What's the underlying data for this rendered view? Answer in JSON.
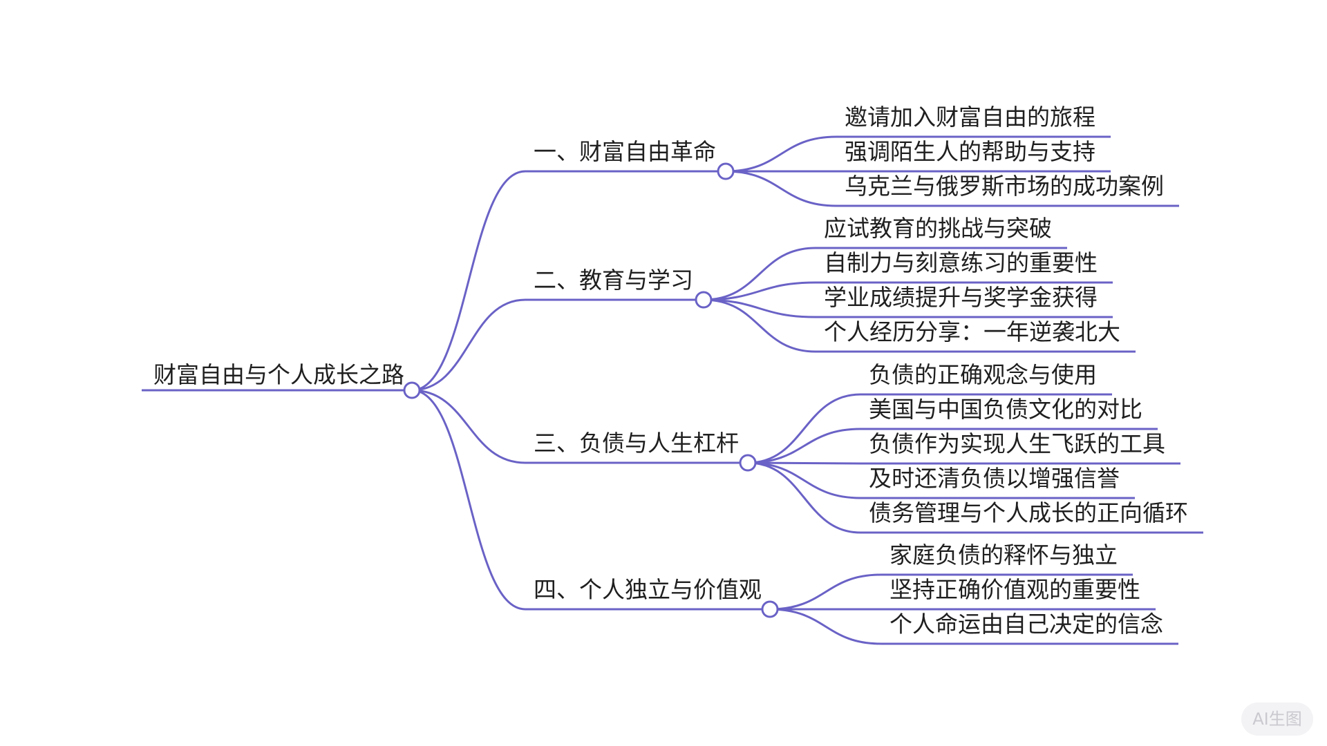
{
  "mindmap": {
    "root": "财富自由与个人成长之路",
    "branches": [
      {
        "label": "一、财富自由革命",
        "children": [
          "邀请加入财富自由的旅程",
          "强调陌生人的帮助与支持",
          "乌克兰与俄罗斯市场的成功案例"
        ]
      },
      {
        "label": "二、教育与学习",
        "children": [
          "应试教育的挑战与突破",
          "自制力与刻意练习的重要性",
          "学业成绩提升与奖学金获得",
          "个人经历分享：一年逆袭北大"
        ]
      },
      {
        "label": "三、负债与人生杠杆",
        "children": [
          "负债的正确观念与使用",
          "美国与中国负债文化的对比",
          "负债作为实现人生飞跃的工具",
          "及时还清负债以增强信誉",
          "债务管理与个人成长的正向循环"
        ]
      },
      {
        "label": "四、个人独立与价值观",
        "children": [
          "家庭负债的释怀与独立",
          "坚持正确价值观的重要性",
          "个人命运由自己决定的信念"
        ]
      }
    ]
  },
  "colors": {
    "line": "#6a62c6",
    "text": "#1f1f1f",
    "background": "#ffffff",
    "badge_bg": "#f3f3f5",
    "badge_text": "#c9c9cf"
  },
  "badge": {
    "label": "AI生图"
  }
}
